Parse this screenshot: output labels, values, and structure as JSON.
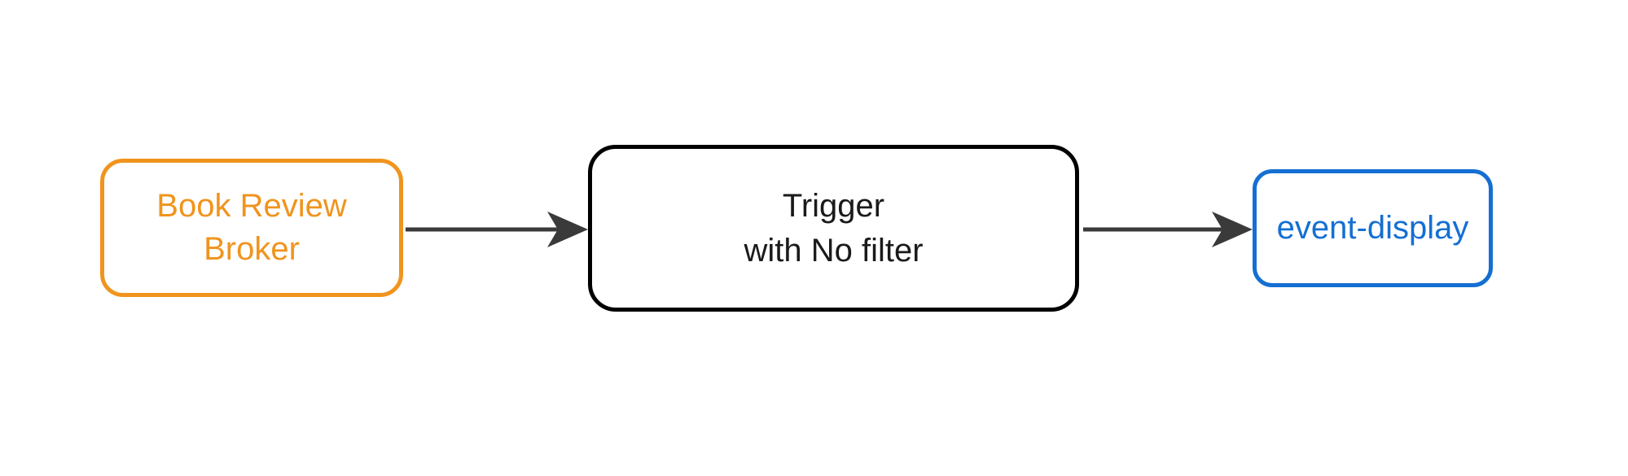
{
  "diagram": {
    "background_color": "#ffffff",
    "arrow_color": "#3a3a3a",
    "nodes": {
      "broker": {
        "line1": "Book Review",
        "line2": "Broker",
        "color": "#f0941e"
      },
      "trigger": {
        "line1": "Trigger",
        "line2": "with No filter",
        "border_color": "#000000",
        "text_color": "#1a1a1a"
      },
      "event_display": {
        "line1": "event-display",
        "color": "#156fd2"
      }
    },
    "edges": [
      {
        "from": "broker",
        "to": "trigger"
      },
      {
        "from": "trigger",
        "to": "event_display"
      }
    ]
  }
}
